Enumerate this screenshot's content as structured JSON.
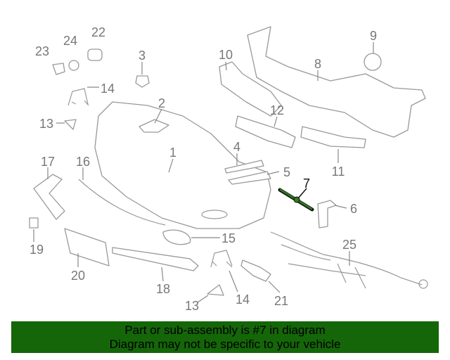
{
  "diagram": {
    "selected_part": "7",
    "highlight_color": "#2e7d1e",
    "callouts": {
      "p1": "1",
      "p2": "2",
      "p3": "3",
      "p4": "4",
      "p5": "5",
      "p6": "6",
      "p7": "7",
      "p8": "8",
      "p9": "9",
      "p10": "10",
      "p11": "11",
      "p12": "12",
      "p13a": "13",
      "p13b": "13",
      "p14a": "14",
      "p14b": "14",
      "p15": "15",
      "p16": "16",
      "p17": "17",
      "p18": "18",
      "p19": "19",
      "p20": "20",
      "p21": "21",
      "p22": "22",
      "p23": "23",
      "p24": "24",
      "p25": "25"
    }
  },
  "banner": {
    "background": "#146608",
    "line1": "Part or sub-assembly is #7 in diagram",
    "line2": "Diagram may not be specific to your vehicle"
  }
}
